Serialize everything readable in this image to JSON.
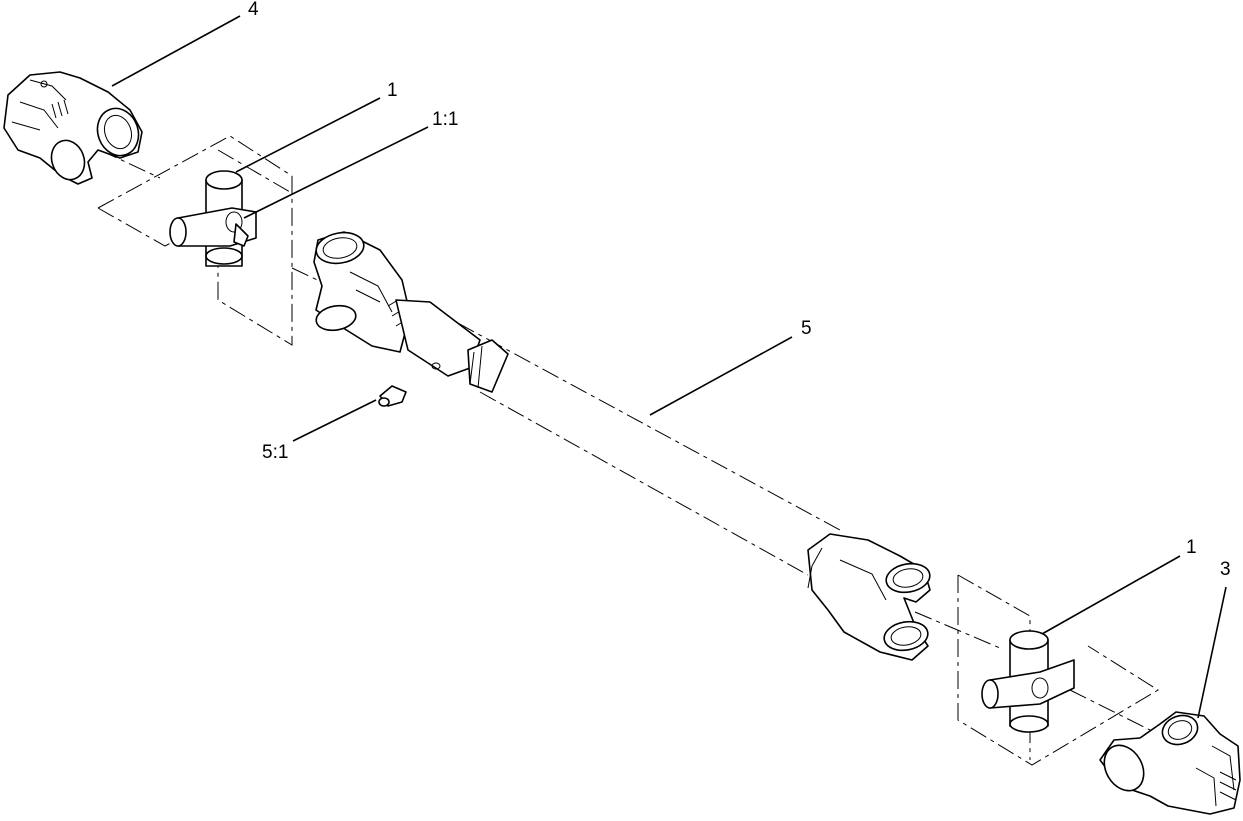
{
  "callouts": {
    "c4": "4",
    "c1_top": "1",
    "c1_1": "1:1",
    "c5": "5",
    "c5_1": "5:1",
    "c1_bottom": "1",
    "c3": "3"
  }
}
